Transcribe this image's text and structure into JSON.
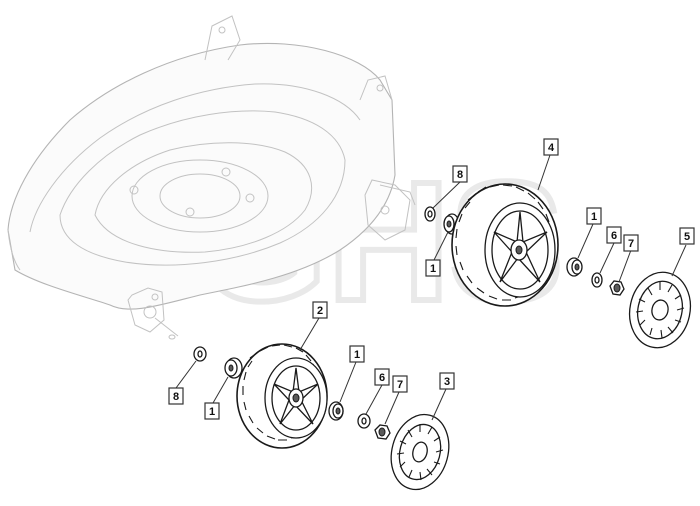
{
  "watermark": "GHS",
  "callouts": [
    {
      "id": "c-8-top",
      "label": "8"
    },
    {
      "id": "c-4",
      "label": "4"
    },
    {
      "id": "c-1-top-left",
      "label": "1"
    },
    {
      "id": "c-1-top-right",
      "label": "1"
    },
    {
      "id": "c-6-top",
      "label": "6"
    },
    {
      "id": "c-7-top",
      "label": "7"
    },
    {
      "id": "c-5",
      "label": "5"
    },
    {
      "id": "c-2",
      "label": "2"
    },
    {
      "id": "c-8-bottom",
      "label": "8"
    },
    {
      "id": "c-1-bottom-left",
      "label": "1"
    },
    {
      "id": "c-1-bottom-right",
      "label": "1"
    },
    {
      "id": "c-6-bottom",
      "label": "6"
    },
    {
      "id": "c-7-bottom",
      "label": "7"
    },
    {
      "id": "c-3",
      "label": "3"
    }
  ],
  "colors": {
    "linework": "#1a1a1a",
    "deck_outline": "#b4b4b4",
    "watermark": "#e9e9e9"
  }
}
